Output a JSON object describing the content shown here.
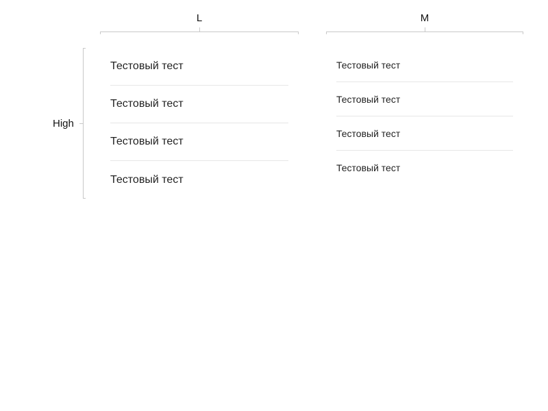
{
  "columns": [
    {
      "label": "L"
    },
    {
      "label": "M"
    }
  ],
  "rows": [
    {
      "label": "High"
    }
  ],
  "lists": {
    "L": {
      "items": [
        {
          "text": "Тестовый тест"
        },
        {
          "text": "Тестовый тест"
        },
        {
          "text": "Тестовый тест"
        },
        {
          "text": "Тестовый тест"
        }
      ]
    },
    "M": {
      "items": [
        {
          "text": "Тестовый тест"
        },
        {
          "text": "Тестовый тест"
        },
        {
          "text": "Тестовый тест"
        },
        {
          "text": "Тестовый тест"
        }
      ]
    }
  },
  "colors": {
    "text": "#222222",
    "divider": "#e6e6e6",
    "bracket": "#c8c8c8",
    "background": "#ffffff"
  }
}
